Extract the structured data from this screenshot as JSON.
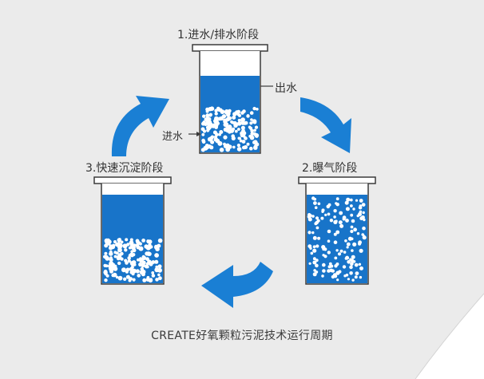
{
  "stages": {
    "stage1": {
      "title": "1.进水/排水阶段",
      "outlet_label": "出水",
      "inlet_label": "进水"
    },
    "stage2": {
      "title": "2.曝气阶段"
    },
    "stage3": {
      "title": "3.快速沉淀阶段"
    }
  },
  "caption": "CREATE好氧颗粒污泥技术运行周期",
  "colors": {
    "background": "#ebebeb",
    "water": "#1874c9",
    "arrow": "#1a7fd4",
    "granule": "#ffffff",
    "outline": "#3a3a3a"
  },
  "icons": [
    "cycle-arrow-icon",
    "cycle-arrow-icon",
    "cycle-arrow-icon"
  ]
}
